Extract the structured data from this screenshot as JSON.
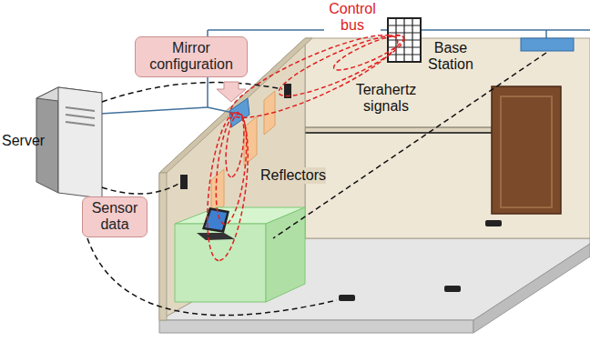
{
  "diagram": {
    "nodes": [
      {
        "text": [
          "Mirror configuration"
        ]
      },
      {
        "text": [
          "Sensor data"
        ]
      }
    ],
    "edges": [],
    "labels": [
      "Control bus",
      "Base Station",
      "Terahertz signals",
      "Reflectors",
      "Server"
    ]
  }
}
